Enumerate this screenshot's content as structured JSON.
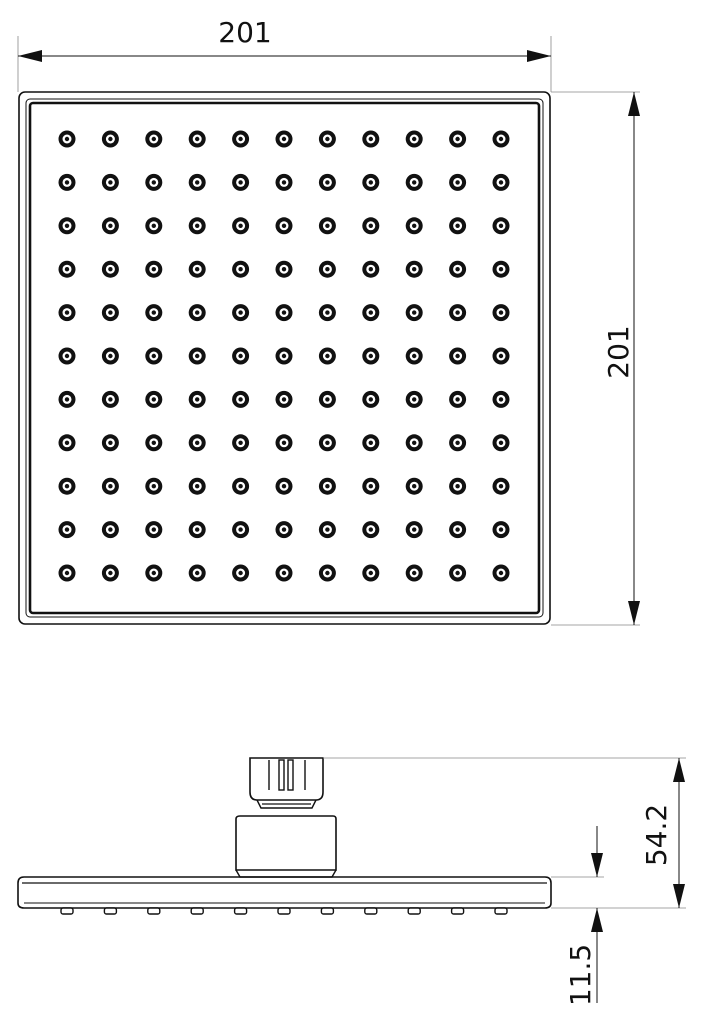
{
  "top_view": {
    "width_label": "201",
    "height_label": "201",
    "nozzle_grid": {
      "rows": 11,
      "cols": 11
    }
  },
  "side_view": {
    "total_height_label": "54.2",
    "plate_thickness_label": "11.5",
    "nozzle_count": 11
  }
}
